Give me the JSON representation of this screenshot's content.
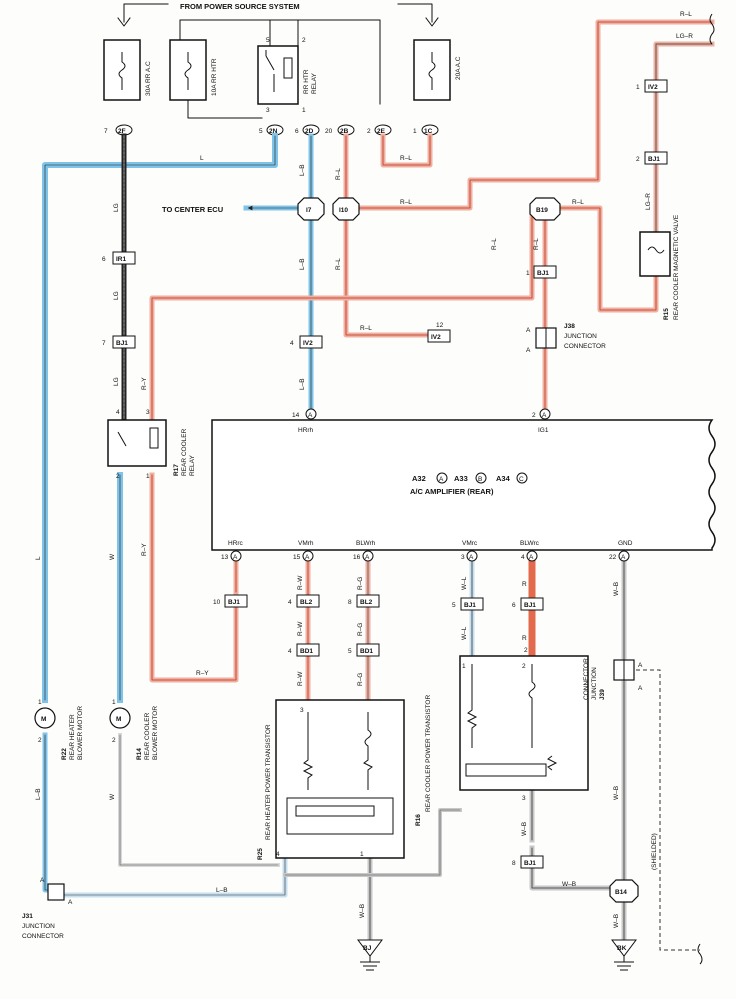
{
  "header": {
    "power_source": "FROM POWER SOURCE SYSTEM"
  },
  "fuses": {
    "f1": "30A RR A.C",
    "f2": "10A RR HTR",
    "f3": "20A A.C"
  },
  "relay_htr": {
    "label1": "RR HTR",
    "label2": "RELAY",
    "pin5": "5",
    "pin2": "2",
    "pin3": "3",
    "pin1": "1"
  },
  "top_connectors": {
    "c2F": "2F",
    "c2N": "2N",
    "c2D": "2D",
    "c2B": "2B",
    "c2E": "2E",
    "c1C": "1C",
    "p7": "7",
    "p5": "5",
    "p6": "6",
    "p20": "20",
    "p2": "2",
    "p1": "1"
  },
  "wire_labels": {
    "rl_top": "R–L",
    "lgr_top": "LG–R",
    "l": "L",
    "lb1": "L–B",
    "rl1": "R–L",
    "rl2": "R–L",
    "lg1": "LG",
    "lg2": "LG",
    "lg3": "LG",
    "lb2": "L–B",
    "lb3": "L–B",
    "rl3": "R–L",
    "rl4": "R–L",
    "rl5": "R–L",
    "rl6": "R–L",
    "rl7": "R–L",
    "lgr2": "LG–R",
    "rl8": "R–L",
    "l_left": "L",
    "w_left": "W",
    "ry1": "R–Y",
    "ry2": "R–Y",
    "ry3": "R–Y",
    "rw1": "R–W",
    "rw2": "R–W",
    "rw3": "R–W",
    "rg1": "R–G",
    "rg2": "R–G",
    "rg3": "R–G",
    "wl1": "W–L",
    "wl2": "W–L",
    "r1": "R",
    "r2": "R",
    "wb1": "W–B",
    "wb2": "W–B",
    "wb3": "W–B",
    "wb4": "W–B",
    "wb5": "W–B",
    "wb6": "W–B",
    "lb_bottom": "L–B",
    "lb_left": "L–B",
    "w_bottom": "W",
    "shielded": "(SHIELDED)"
  },
  "to_center_ecu": "TO CENTER ECU",
  "junctions": {
    "i7": "I7",
    "i10": "I10",
    "b19": "B19",
    "b14": "B14"
  },
  "connectors": {
    "iv2a": "IV2",
    "bj1a": "BJ1",
    "ir1": "IR1",
    "bj1b": "BJ1",
    "iv2b": "IV2",
    "bj1c": "BJ1",
    "iv2c": "IV2",
    "bj1d": "BJ1",
    "bl2a": "BL2",
    "bl2b": "BL2",
    "bd1a": "BD1",
    "bd1b": "BD1",
    "bj1e": "BJ1",
    "bj1f": "BJ1",
    "bj1g": "BJ1",
    "n1a": "1",
    "n2a": "2",
    "n6": "6",
    "n7": "7",
    "n4": "4",
    "n1b": "1",
    "n12": "12",
    "n10": "10",
    "n4b": "4",
    "n8": "8",
    "n4c": "4",
    "n5": "5",
    "n5b": "5",
    "n6b": "6",
    "n8b": "8",
    "n2b": "2"
  },
  "j38": {
    "name": "J38",
    "label1": "JUNCTION",
    "label2": "CONNECTOR",
    "pinA1": "A",
    "pinA2": "A"
  },
  "r15": {
    "name": "R15",
    "label": "REAR COOLER MAGNETIC VALVE"
  },
  "r17": {
    "name": "R17",
    "label1": "REAR COOLER",
    "label2": "RELAY",
    "p4": "4",
    "p3": "3",
    "p2": "2",
    "p1": "1"
  },
  "amp": {
    "pin14": "14",
    "pinA14": "A",
    "hrrh": "HRrh",
    "pin2": "2",
    "pinA2": "A",
    "ig1": "IG1",
    "a32": "A32",
    "a33": "A33",
    "a34": "A34",
    "ca": "A",
    "cb": "B",
    "cc": "C",
    "title": "A/C AMPLIFIER (REAR)",
    "hrrc": "HRrc",
    "vmrh": "VMrh",
    "blwrh": "BLWrh",
    "vmrc": "VMrc",
    "blwrc": "BLWrc",
    "gnd": "GND",
    "p13": "13",
    "p15": "15",
    "p16": "16",
    "p3": "3",
    "p4": "4",
    "p22": "22",
    "pa1": "A",
    "pa2": "A",
    "pa3": "A",
    "pa4": "A",
    "pa5": "A",
    "pa6": "A"
  },
  "r22": {
    "name": "R22",
    "label1": "REAR HEATER",
    "label2": "BLOWER MOTOR",
    "p1": "1",
    "p2": "2"
  },
  "r14": {
    "name": "R14",
    "label1": "REAR COOLER",
    "label2": "BLOWER MOTOR",
    "p1": "1",
    "p2": "2"
  },
  "r25": {
    "name": "R25",
    "label": "REAR HEATER POWER TRANSISTOR",
    "p3": "3",
    "p4": "4",
    "p1": "1"
  },
  "r16": {
    "name": "R16",
    "label": "REAR COOLER POWER TRANSISTOR",
    "p1": "1",
    "p2": "2",
    "p3": "3"
  },
  "j39": {
    "name": "J39",
    "label1": "JUNCTION",
    "label2": "CONNECTOR",
    "pA1": "A",
    "pA2": "A"
  },
  "j31": {
    "name": "J31",
    "label1": "JUNCTION",
    "label2": "CONNECTOR",
    "pA1": "A",
    "pA2": "A"
  },
  "grounds": {
    "bj": "BJ",
    "bk": "BK"
  },
  "motor": "M",
  "colors": {
    "blue": "#7fc4e8",
    "red": "#e46a4e",
    "pink": "#f0b0a0",
    "gray": "#9a9a9a",
    "black": "#1a1a1a"
  }
}
